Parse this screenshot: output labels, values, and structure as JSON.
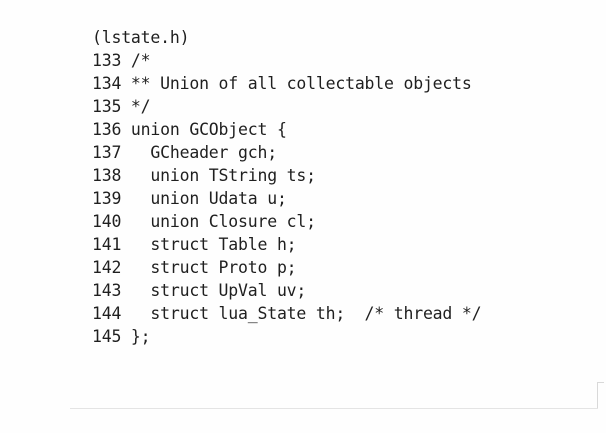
{
  "filename": "(lstate.h)",
  "lines": [
    {
      "num": "133",
      "text": " /*"
    },
    {
      "num": "134",
      "text": " ** Union of all collectable objects"
    },
    {
      "num": "135",
      "text": " */"
    },
    {
      "num": "136",
      "text": " union GCObject {"
    },
    {
      "num": "137",
      "text": "   GCheader gch;"
    },
    {
      "num": "138",
      "text": "   union TString ts;"
    },
    {
      "num": "139",
      "text": "   union Udata u;"
    },
    {
      "num": "140",
      "text": "   union Closure cl;"
    },
    {
      "num": "141",
      "text": "   struct Table h;"
    },
    {
      "num": "142",
      "text": "   struct Proto p;"
    },
    {
      "num": "143",
      "text": "   struct UpVal uv;"
    },
    {
      "num": "144",
      "text": "   struct lua_State th;  /* thread */"
    },
    {
      "num": "145",
      "text": " };"
    }
  ],
  "cut_off_text": ""
}
